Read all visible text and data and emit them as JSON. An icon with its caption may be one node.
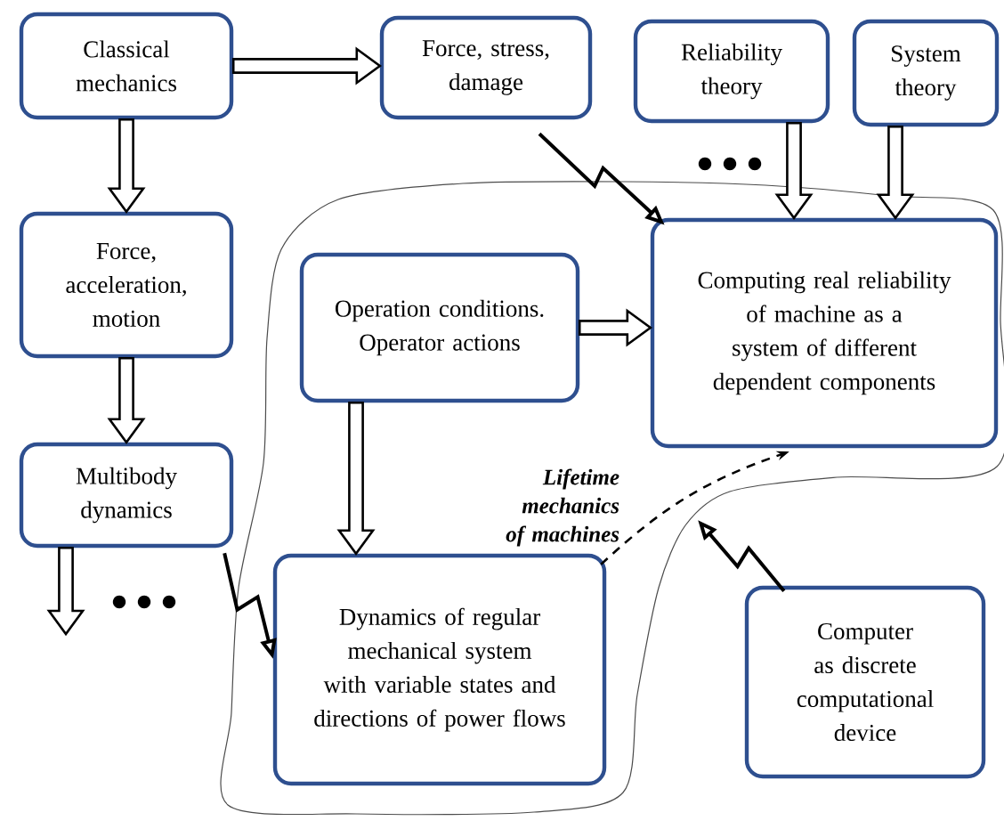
{
  "diagram": {
    "nodes": [
      {
        "text": [
          "Classical mechanics"
        ]
      },
      {
        "text": [
          "Force, stress, damage"
        ]
      },
      {
        "text": [
          "Reliability theory"
        ]
      },
      {
        "text": [
          "System theory"
        ]
      },
      {
        "text": [
          "Force, acceleration, motion"
        ]
      },
      {
        "text": [
          "Lifetime mechanics of machines"
        ]
      },
      {
        "text": [
          "Computing real reliability of machine as a system of different dependent components"
        ],
        "in": 5
      },
      {
        "text": [
          "Operation conditions. Operator actions"
        ],
        "in": 5
      },
      {
        "text": [
          "Multibody dynamics"
        ]
      },
      {
        "text": [
          "Dynamics of regular mechanical system with variable states and directions of power flows"
        ],
        "in": 5
      },
      {
        "text": [
          "Computer as discrete computational device"
        ]
      }
    ],
    "edges": [
      {
        "from": 0,
        "to": 1,
        "arrow": "to"
      },
      {
        "from": 0,
        "to": 4,
        "arrow": "to"
      },
      {
        "from": 4,
        "to": 8,
        "arrow": "to"
      },
      {
        "from": 8,
        "to": null,
        "arrow": "to"
      },
      {
        "from": 2,
        "to": 6,
        "arrow": "to"
      },
      {
        "from": 3,
        "to": 6,
        "arrow": "to"
      },
      {
        "from": 7,
        "to": 6,
        "arrow": "to"
      },
      {
        "from": 7,
        "to": 9,
        "arrow": "to"
      },
      {
        "from": 1,
        "to": 6,
        "arrow": "to"
      },
      {
        "from": 8,
        "to": 9,
        "arrow": "to"
      },
      {
        "from": 10,
        "to": 5,
        "arrow": "to"
      },
      {
        "from": 9,
        "to": 6,
        "arrow": "to",
        "style": "dashed"
      }
    ]
  }
}
